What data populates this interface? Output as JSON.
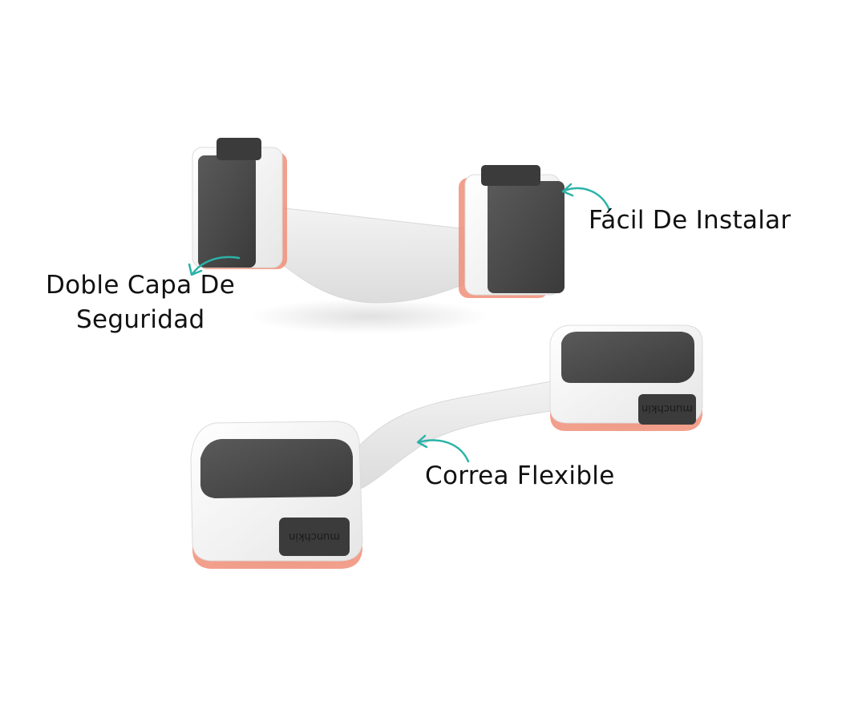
{
  "labels": {
    "easy_install": "Fácil De Instalar",
    "double_layer_line1": "Doble Capa De",
    "double_layer_line2": "Seguridad",
    "flexible_strap": "Correa Flexible"
  },
  "product": {
    "brand": "munchkin"
  },
  "colors": {
    "arrow": "#2bb3a8",
    "pad": "#4a4a4a",
    "body": "#f4f4f4",
    "accent_edge": "#f0907a",
    "strap": "#e9e9e9",
    "text": "#111111"
  },
  "icons": [
    "curved-arrow-icon",
    "curved-arrow-icon",
    "curved-arrow-icon"
  ]
}
